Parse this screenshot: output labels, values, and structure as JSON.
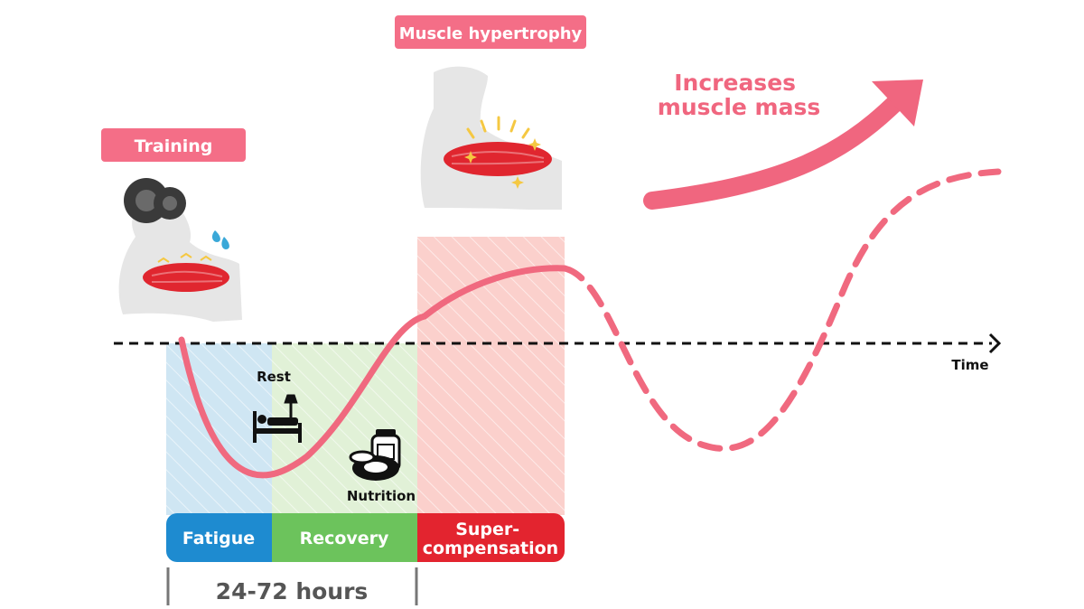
{
  "labels": {
    "training": "Training",
    "hypertrophy": "Muscle hypertrophy",
    "increases_line1": "Increases",
    "increases_line2": "muscle mass",
    "time": "Time",
    "rest": "Rest",
    "nutrition": "Nutrition",
    "duration": "24-72 hours"
  },
  "phases": [
    {
      "label_lines": [
        "Fatigue"
      ],
      "color": "#1e8bd0",
      "zone_color": "#cfe6f3"
    },
    {
      "label_lines": [
        "Recovery"
      ],
      "color": "#6cc35c",
      "zone_color": "#e1f1d7"
    },
    {
      "label_lines": [
        "Super-",
        "compensation"
      ],
      "color": "#e3242f",
      "zone_color": "#fbd0cc"
    }
  ],
  "colors": {
    "accent_pink": "#f0667f",
    "label_bg": "#f46e87",
    "curve": "#f0697f",
    "axis": "#111111",
    "muscle": "#e0262f",
    "arm": "#e6e6e6",
    "dumbbell": "#3a3a3a",
    "sweat": "#3aa8d8",
    "sparkle": "#f5c842",
    "duration_text": "#555555"
  },
  "icons": [
    "flexed-arm-dumbbell-icon",
    "flexed-arm-muscle-icon",
    "bed-lamp-icon",
    "food-supplement-icon",
    "growth-arrow-icon"
  ]
}
